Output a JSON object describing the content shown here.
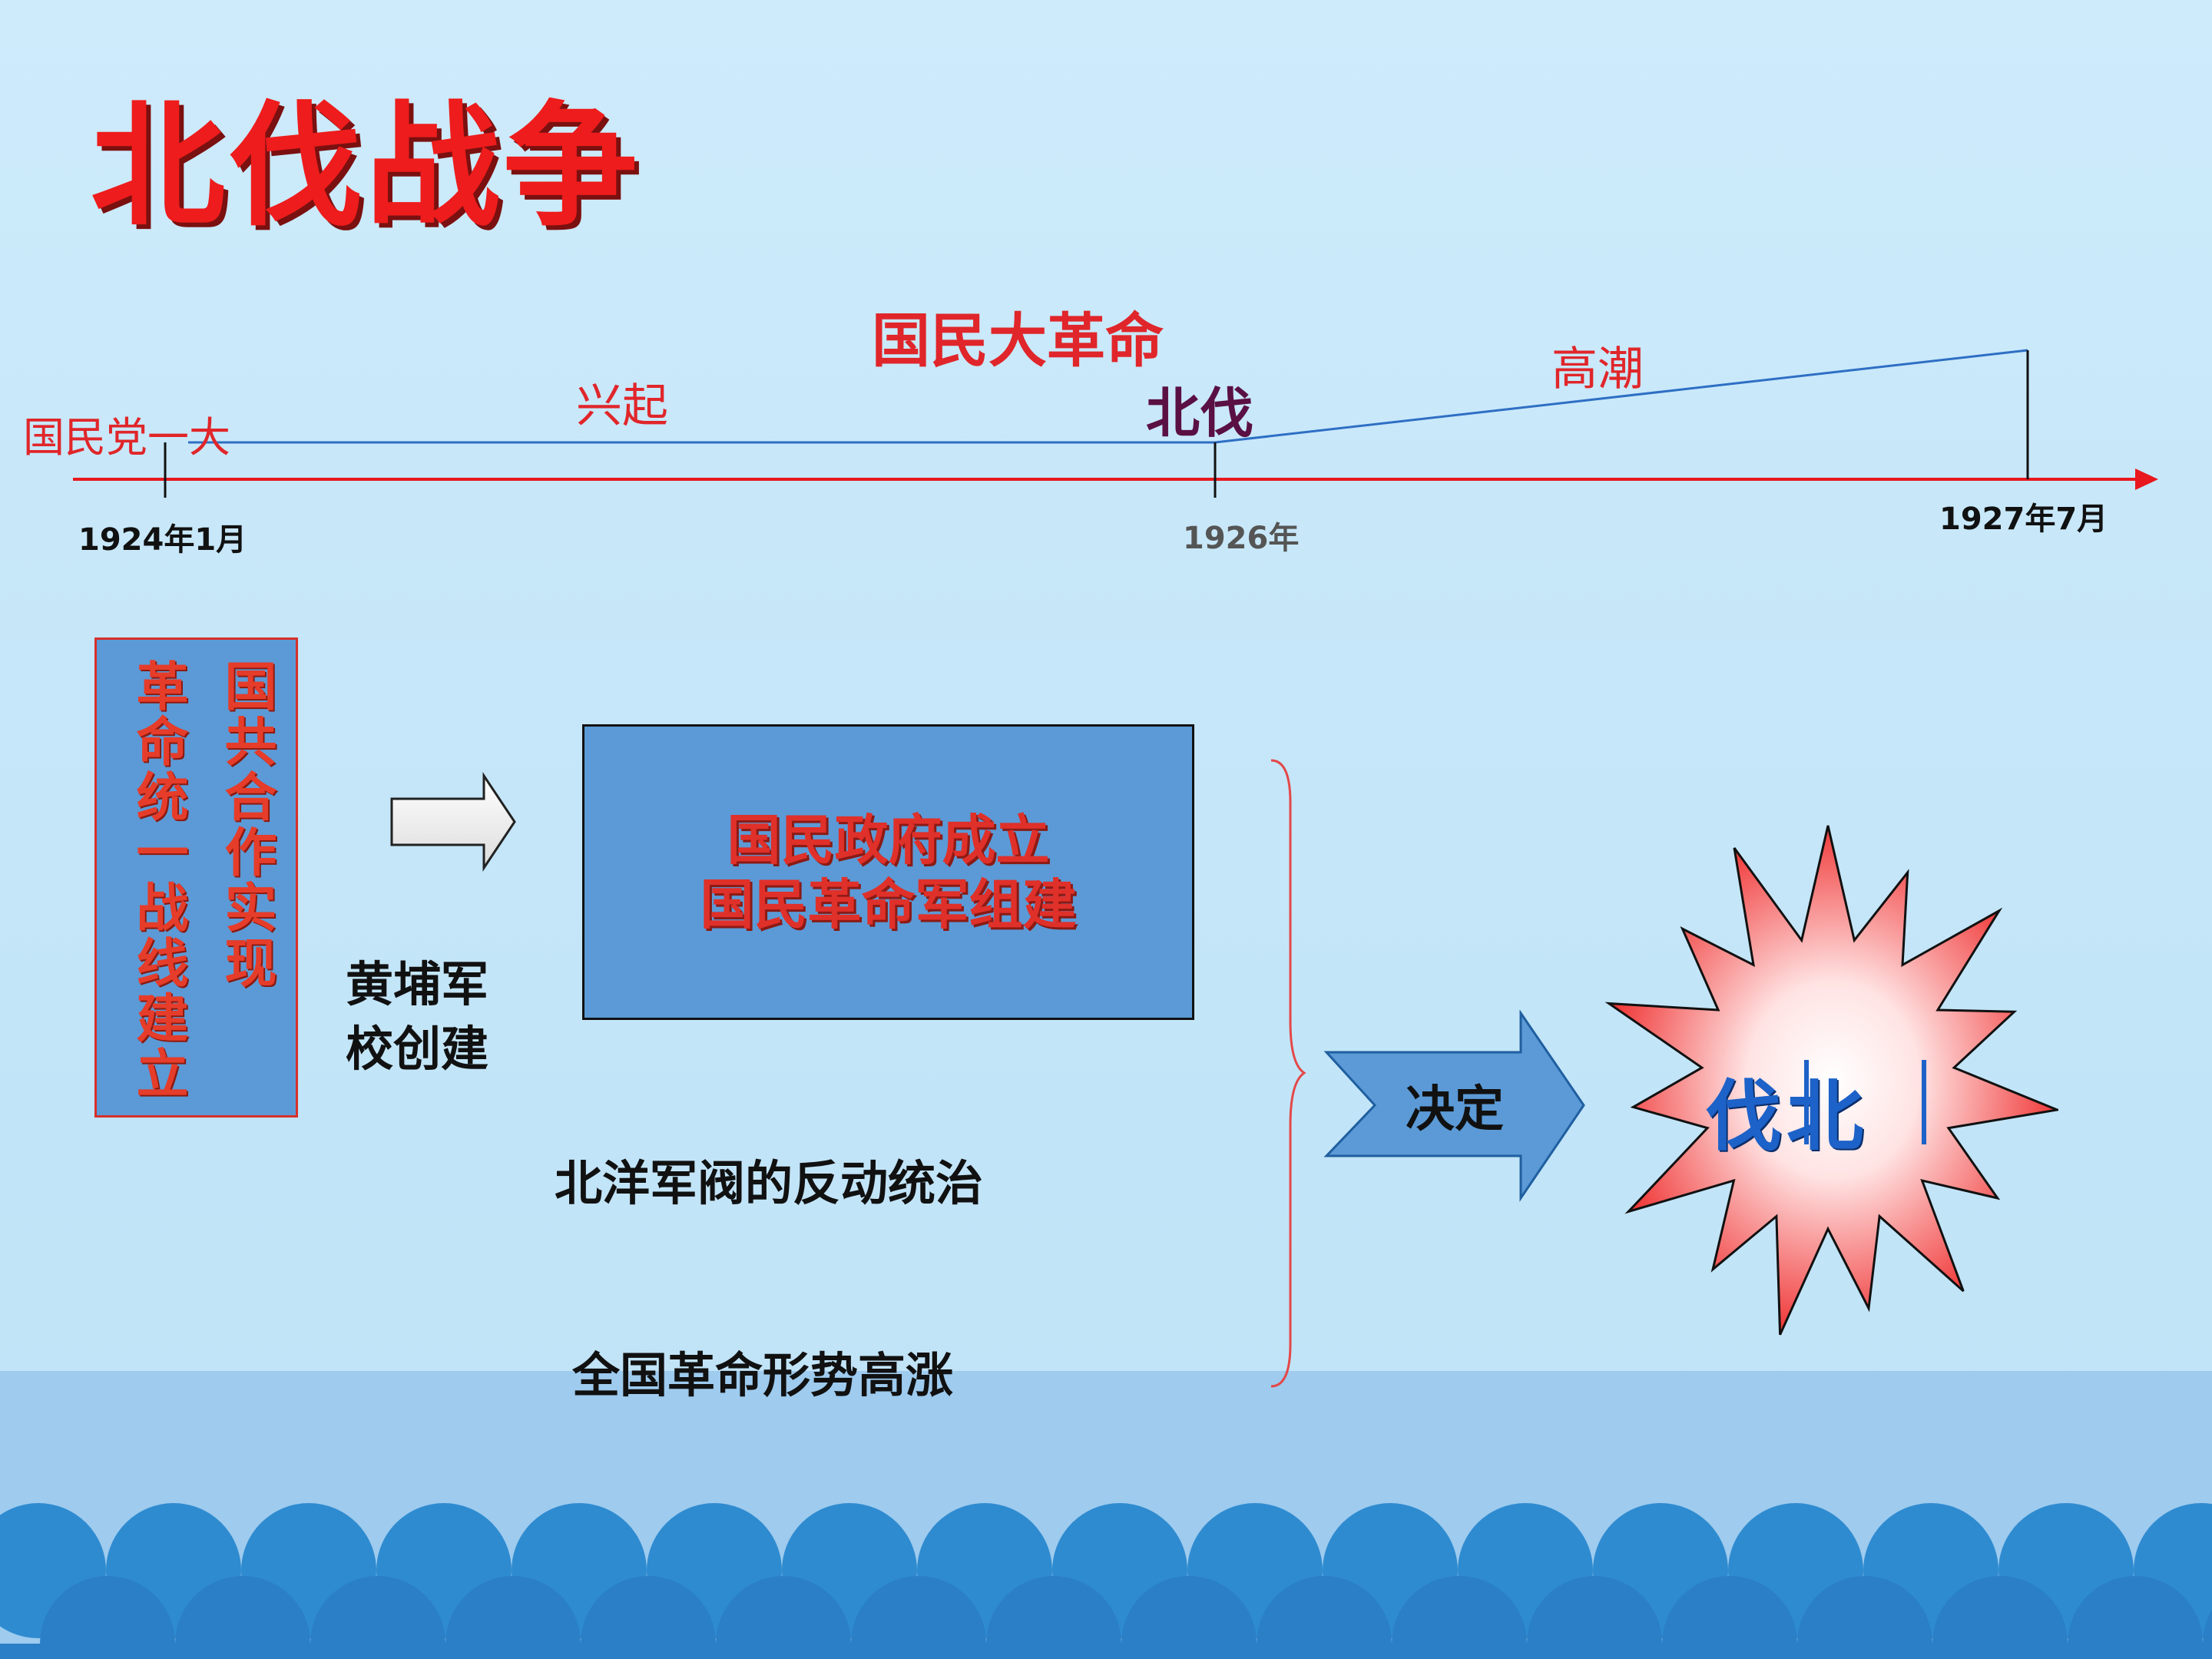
{
  "slide": {
    "title": "北伐战争",
    "era_label": "国民大革命",
    "timeline": {
      "phase_rise": "兴起",
      "phase_peak": "高潮",
      "event_start": "国民党一大",
      "event_mid": "北伐",
      "date_start": "1924年1月",
      "date_mid": "1926年",
      "date_end": "1927年7月"
    },
    "cooperation_col1": "国共合作实现",
    "cooperation_col2": "革命统一战线建立",
    "whampoa_line1": "黄埔军",
    "whampoa_line2": "校创建",
    "gov_line1": "国民政府成立",
    "gov_line2": "国民革命军组建",
    "warlords": "北洋军阀的反动统治",
    "revolution_surge": "全国革命形势高涨",
    "decide_label": "决定",
    "star_text": "伐北"
  },
  "colors": {
    "background": "#c6e7fa",
    "title_red": "#ee1c1c",
    "timeline_red": "#e8181e",
    "timeline_blue": "#2e6fc4",
    "box_blue": "#5b9ad6",
    "wave_blue": "#2b86cc"
  },
  "icons": [
    "right-arrow-icon",
    "decide-arrow-icon",
    "starburst-icon",
    "brace-icon"
  ]
}
